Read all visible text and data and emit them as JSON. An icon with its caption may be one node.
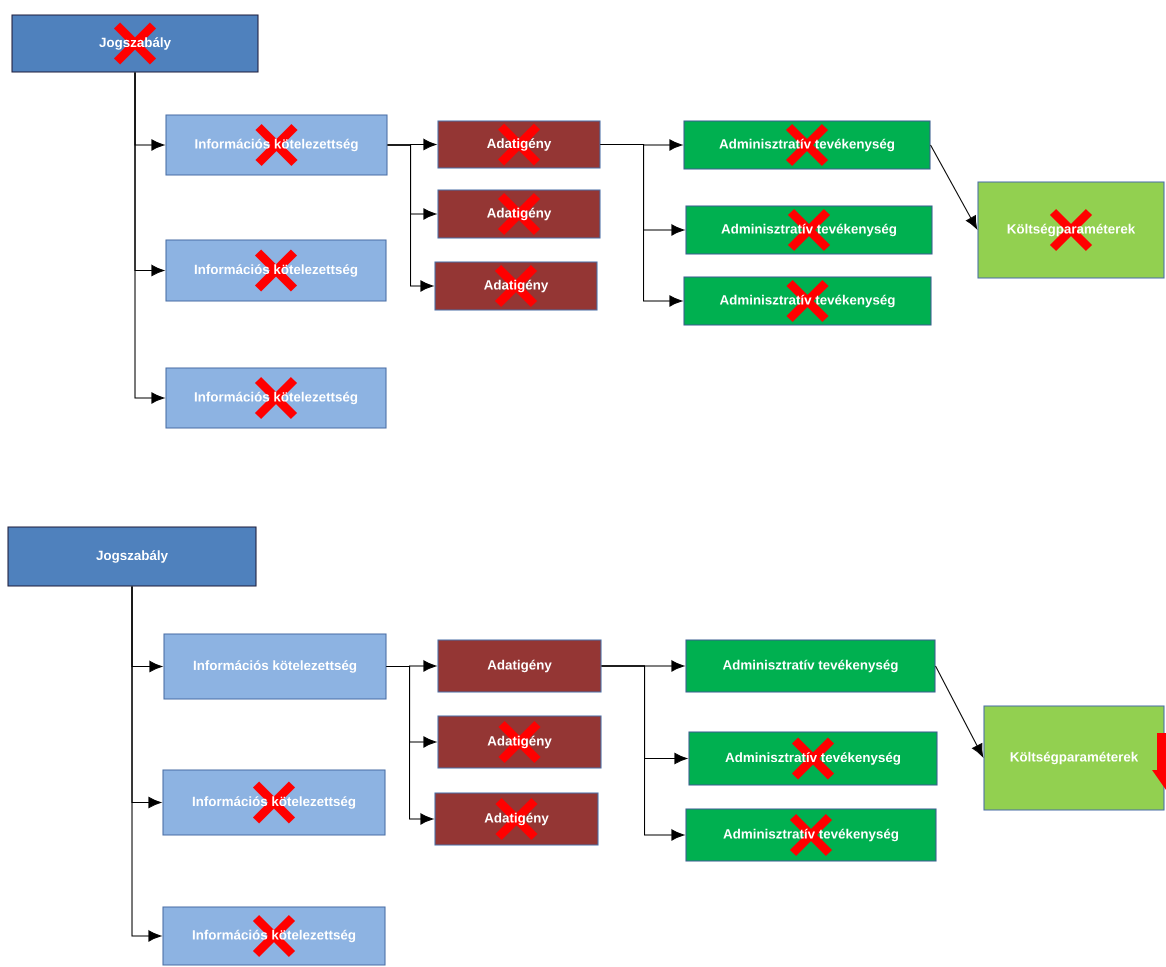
{
  "diagram": {
    "nodes": [
      {
        "text": [
          "Jogszabály"
        ]
      },
      {
        "text": [
          "Információs kötelezettség"
        ]
      },
      {
        "text": [
          "Információs kötelezettség"
        ]
      },
      {
        "text": [
          "Információs kötelezettség"
        ]
      },
      {
        "text": [
          "Adatigény"
        ]
      },
      {
        "text": [
          "Adatigény"
        ]
      },
      {
        "text": [
          "Adatigény"
        ]
      },
      {
        "text": [
          "Adminisztratív tevékenység"
        ]
      },
      {
        "text": [
          "Adminisztratív tevékenység"
        ]
      },
      {
        "text": [
          "Adminisztratív tevékenység"
        ]
      },
      {
        "text": [
          "Költségparaméterek"
        ]
      },
      {
        "text": [
          "Jogszabály"
        ]
      },
      {
        "text": [
          "Információs kötelezettség"
        ]
      },
      {
        "text": [
          "Információs kötelezettség"
        ]
      },
      {
        "text": [
          "Információs kötelezettség"
        ]
      },
      {
        "text": [
          "Adatigény"
        ]
      },
      {
        "text": [
          "Adatigény"
        ]
      },
      {
        "text": [
          "Adatigény"
        ]
      },
      {
        "text": [
          "Adminisztratív tevékenység"
        ]
      },
      {
        "text": [
          "Adminisztratív tevékenység"
        ]
      },
      {
        "text": [
          "Adminisztratív tevékenység"
        ]
      },
      {
        "text": [
          "Költségparaméterek"
        ]
      }
    ],
    "edges": [
      {
        "from": 0,
        "to": 1,
        "arrow": "to"
      },
      {
        "from": 0,
        "to": 2,
        "arrow": "to"
      },
      {
        "from": 0,
        "to": 3,
        "arrow": "to"
      },
      {
        "from": 1,
        "to": 4,
        "arrow": "to"
      },
      {
        "from": 1,
        "to": 5,
        "arrow": "to"
      },
      {
        "from": 1,
        "to": 6,
        "arrow": "to"
      },
      {
        "from": 4,
        "to": 7,
        "arrow": "to"
      },
      {
        "from": 4,
        "to": 8,
        "arrow": "to"
      },
      {
        "from": 4,
        "to": 9,
        "arrow": "to"
      },
      {
        "from": 7,
        "to": 10,
        "arrow": "to"
      },
      {
        "from": 11,
        "to": 12,
        "arrow": "to"
      },
      {
        "from": 11,
        "to": 13,
        "arrow": "to"
      },
      {
        "from": 11,
        "to": 14,
        "arrow": "to"
      },
      {
        "from": 12,
        "to": 15,
        "arrow": "to"
      },
      {
        "from": 12,
        "to": 16,
        "arrow": "to"
      },
      {
        "from": 12,
        "to": 17,
        "arrow": "to"
      },
      {
        "from": 15,
        "to": 18,
        "arrow": "to"
      },
      {
        "from": 15,
        "to": 19,
        "arrow": "to"
      },
      {
        "from": 15,
        "to": 20,
        "arrow": "to"
      },
      {
        "from": 18,
        "to": 21,
        "arrow": "to"
      }
    ]
  }
}
